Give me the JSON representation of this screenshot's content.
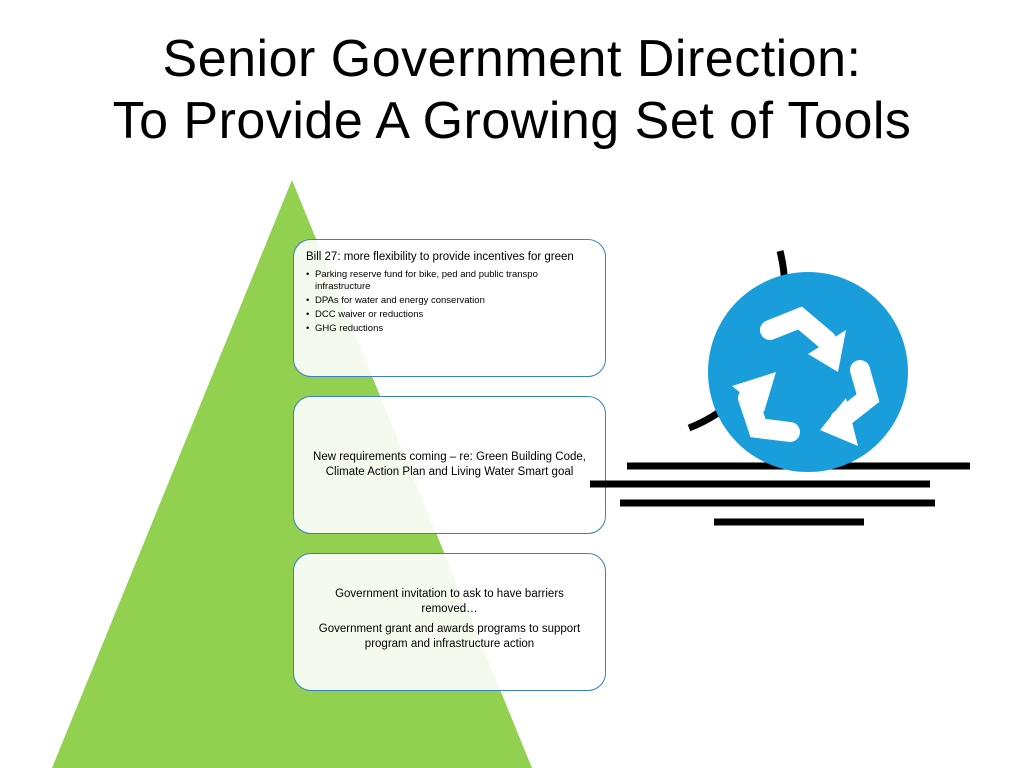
{
  "title": {
    "line1": "Senior Government Direction:",
    "line2": "To Provide A Growing Set of Tools"
  },
  "colors": {
    "pyramid": "#92d050",
    "box_border": "#3c7fc3",
    "recycle_circle": "#1a9ddb"
  },
  "boxes": [
    {
      "heading": "Bill 27:  more flexibility to provide incentives for green",
      "bullets": [
        "Parking reserve fund for bike, ped and public transpo infrastructure",
        "DPAs for water and energy conservation",
        "DCC waiver or reductions",
        "GHG reductions"
      ]
    },
    {
      "text": "New requirements coming – re: Green Building Code, Climate Action Plan and Living Water Smart goal"
    },
    {
      "paragraphs": [
        "Government invitation to ask to have barriers removed…",
        "Government grant and awards programs to support program and infrastructure action"
      ]
    }
  ],
  "icon": "recycle-icon"
}
